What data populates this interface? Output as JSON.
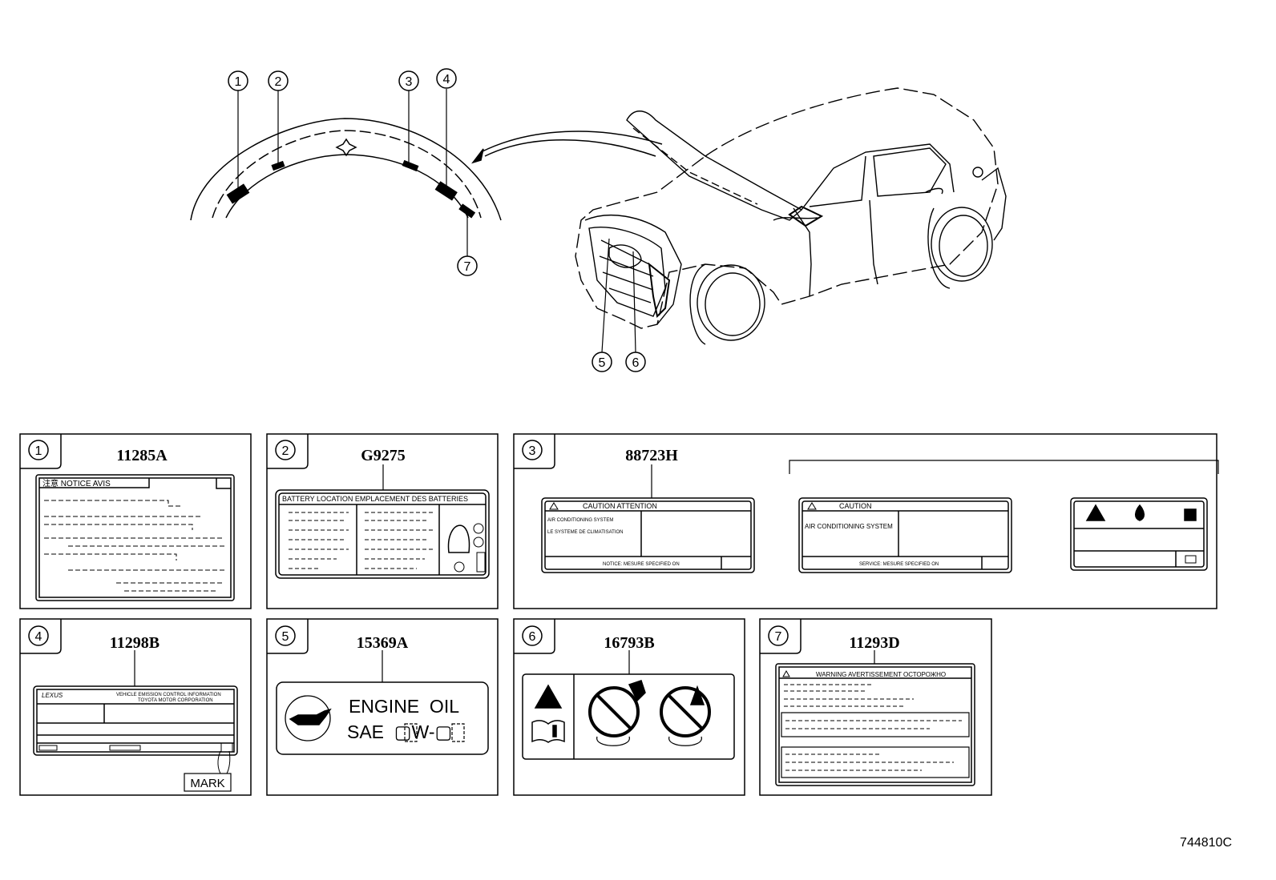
{
  "callouts": [
    "1",
    "2",
    "3",
    "4",
    "5",
    "6",
    "7"
  ],
  "panels": [
    {
      "num": "1",
      "part": "11285A",
      "header": "注意  NOTICE  AVIS"
    },
    {
      "num": "2",
      "part": "G9275",
      "header": "BATTERY LOCATION    EMPLACEMENT  DES BATTERIES"
    },
    {
      "num": "3",
      "part": "88723H",
      "header": "CAUTION  ATTENTION",
      "line1": "AIR CONDITIONING SYSTEM",
      "line2": "LE SYSTEME DE CLIMATISATION",
      "footer": "NOTICE: MESURE SPECIFIED ON",
      "alt_header": "CAUTION",
      "alt_line": "AIR CONDITIONING SYSTEM",
      "alt_footer": "SERVICE: MESURE SPECIFIED ON"
    },
    {
      "num": "4",
      "part": "11298B",
      "header": "VEHICLE EMISSION CONTROL INFORMATION",
      "sub": "TOYOTA MOTOR CORPORATION",
      "brand": "LEXUS",
      "mark": "MARK"
    },
    {
      "num": "5",
      "part": "15369A",
      "line1": "ENGINE  OIL",
      "line2": "SAE  ▢W-▢"
    },
    {
      "num": "6",
      "part": "16793B"
    },
    {
      "num": "7",
      "part": "11293D",
      "header": "WARNING  AVERTISSEMENT  ОСТОРОЖНО"
    }
  ],
  "diagram_id": "744810C",
  "icons": [
    "warning-triangle-icon",
    "book-info-icon",
    "no-spark-icon",
    "no-flame-icon",
    "oil-can-icon",
    "fire-icon",
    "battery-icon",
    "person-icon"
  ]
}
